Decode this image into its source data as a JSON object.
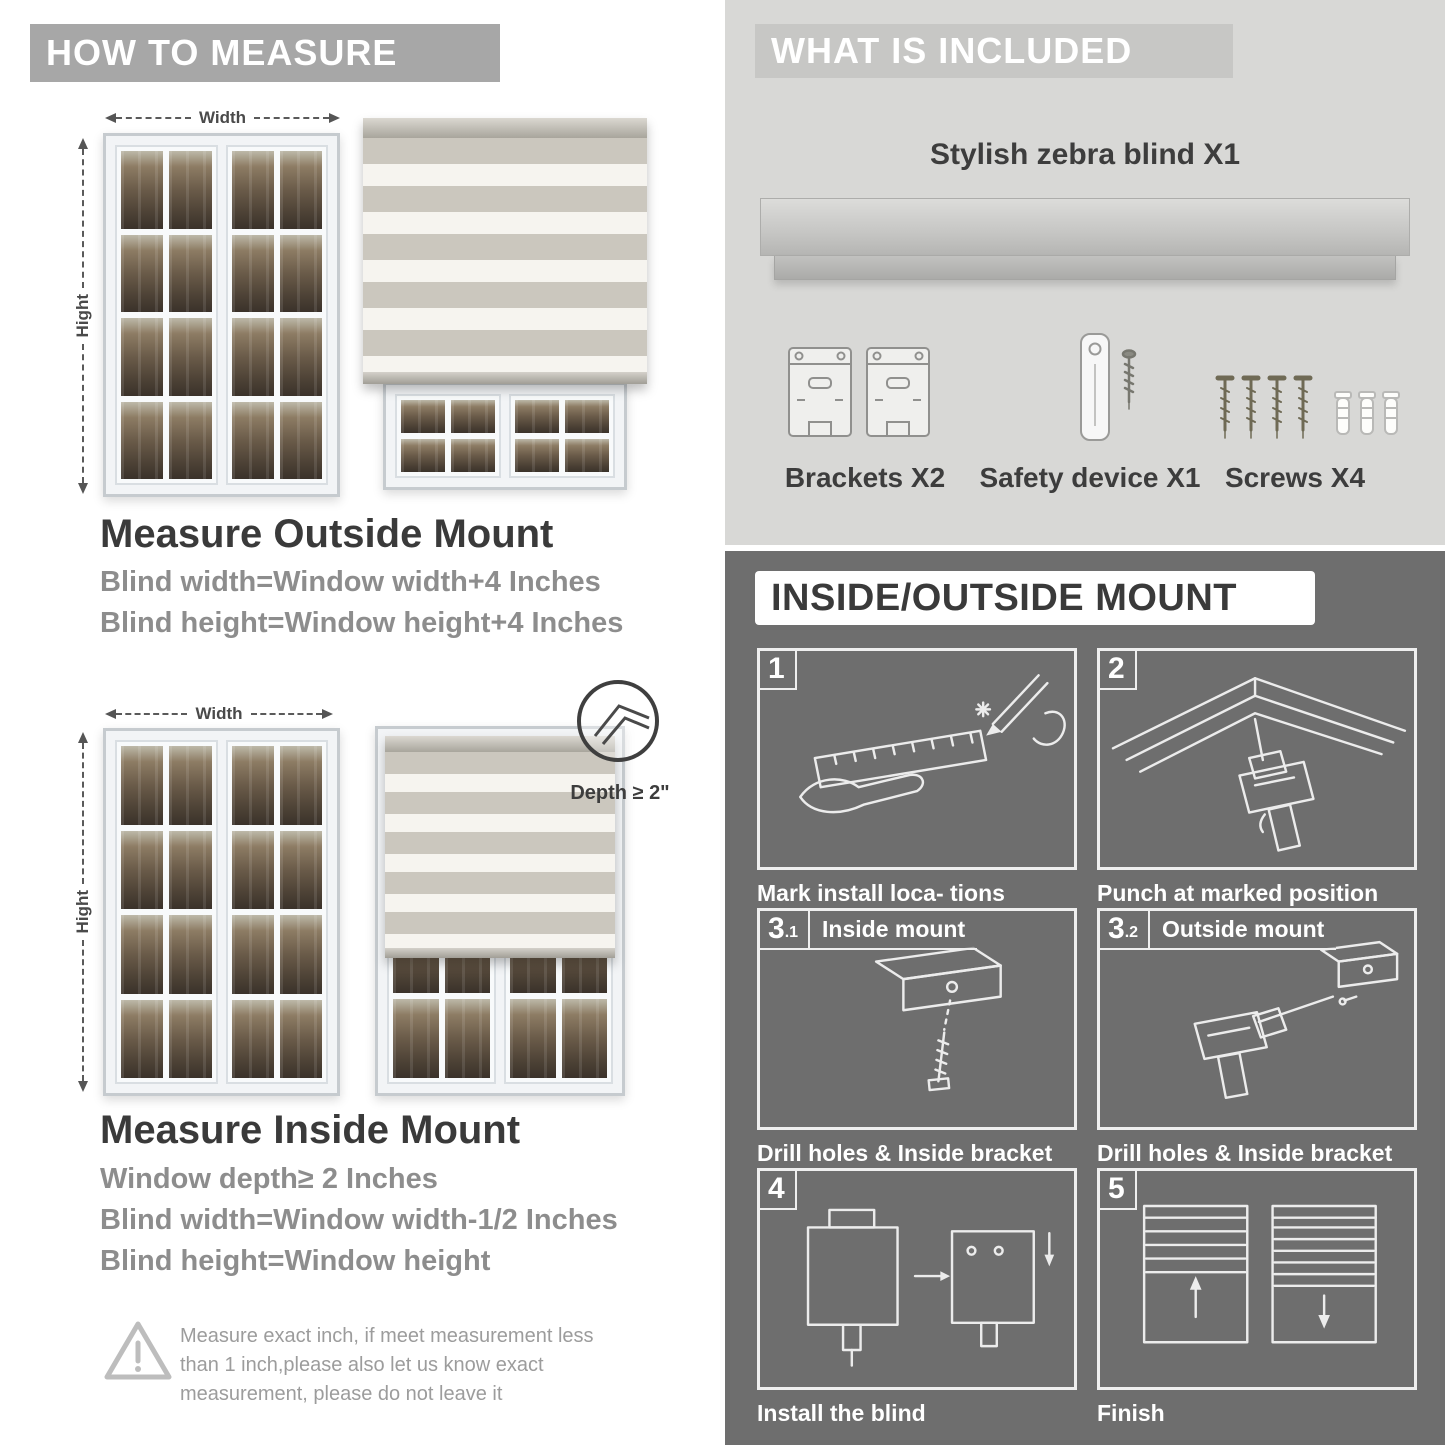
{
  "colors": {
    "left_header_bg": "#a7a7a7",
    "included_bg": "#d8d8d6",
    "included_header_bg": "#c7c7c5",
    "mount_bg": "#6e6e6e",
    "text_dark": "#3a3a3a",
    "text_gray": "#8d8d8d"
  },
  "left": {
    "header": "HOW TO MEASURE",
    "outside": {
      "width_label": "Width",
      "height_label": "Hight",
      "title": "Measure Outside Mount",
      "line1": "Blind width=Window width+4 Inches",
      "line2": "Blind height=Window height+4 Inches"
    },
    "inside": {
      "width_label": "Width",
      "height_label": "Hight",
      "depth_label": "Depth ≥ 2\"",
      "title": "Measure Inside Mount",
      "line1": "Window depth≥ 2 Inches",
      "line2": "Blind width=Window width-1/2 Inches",
      "line3": "Blind height=Window height"
    },
    "warning_icon": "warning-triangle-icon",
    "warning_text": "Measure exact inch, if meet measurement less than 1 inch,please also let us know exact measurement, please do not leave it"
  },
  "right": {
    "included": {
      "header": "WHAT IS INCLUDED",
      "product_title": "Stylish zebra blind X1",
      "items": [
        {
          "icon": "brackets-icon",
          "label": "Brackets X2"
        },
        {
          "icon": "safety-device-icon",
          "label": "Safety device X1"
        },
        {
          "icon": "screws-icon",
          "label": "Screws X4"
        }
      ]
    },
    "mount": {
      "header": "INSIDE/OUTSIDE MOUNT",
      "steps": [
        {
          "num": "1",
          "sub": "",
          "title": "",
          "caption": "Mark install loca- tions"
        },
        {
          "num": "2",
          "sub": "",
          "title": "",
          "caption": "Punch at  marked position"
        },
        {
          "num": "3",
          "sub": ".1",
          "title": "Inside mount",
          "caption": "Drill holes &  Inside bracket"
        },
        {
          "num": "3",
          "sub": ".2",
          "title": "Outside mount",
          "caption": "Drill holes &  Inside bracket"
        },
        {
          "num": "4",
          "sub": "",
          "title": "",
          "caption": "Install the blind"
        },
        {
          "num": "5",
          "sub": "",
          "title": "",
          "caption": "Finish"
        }
      ]
    }
  }
}
